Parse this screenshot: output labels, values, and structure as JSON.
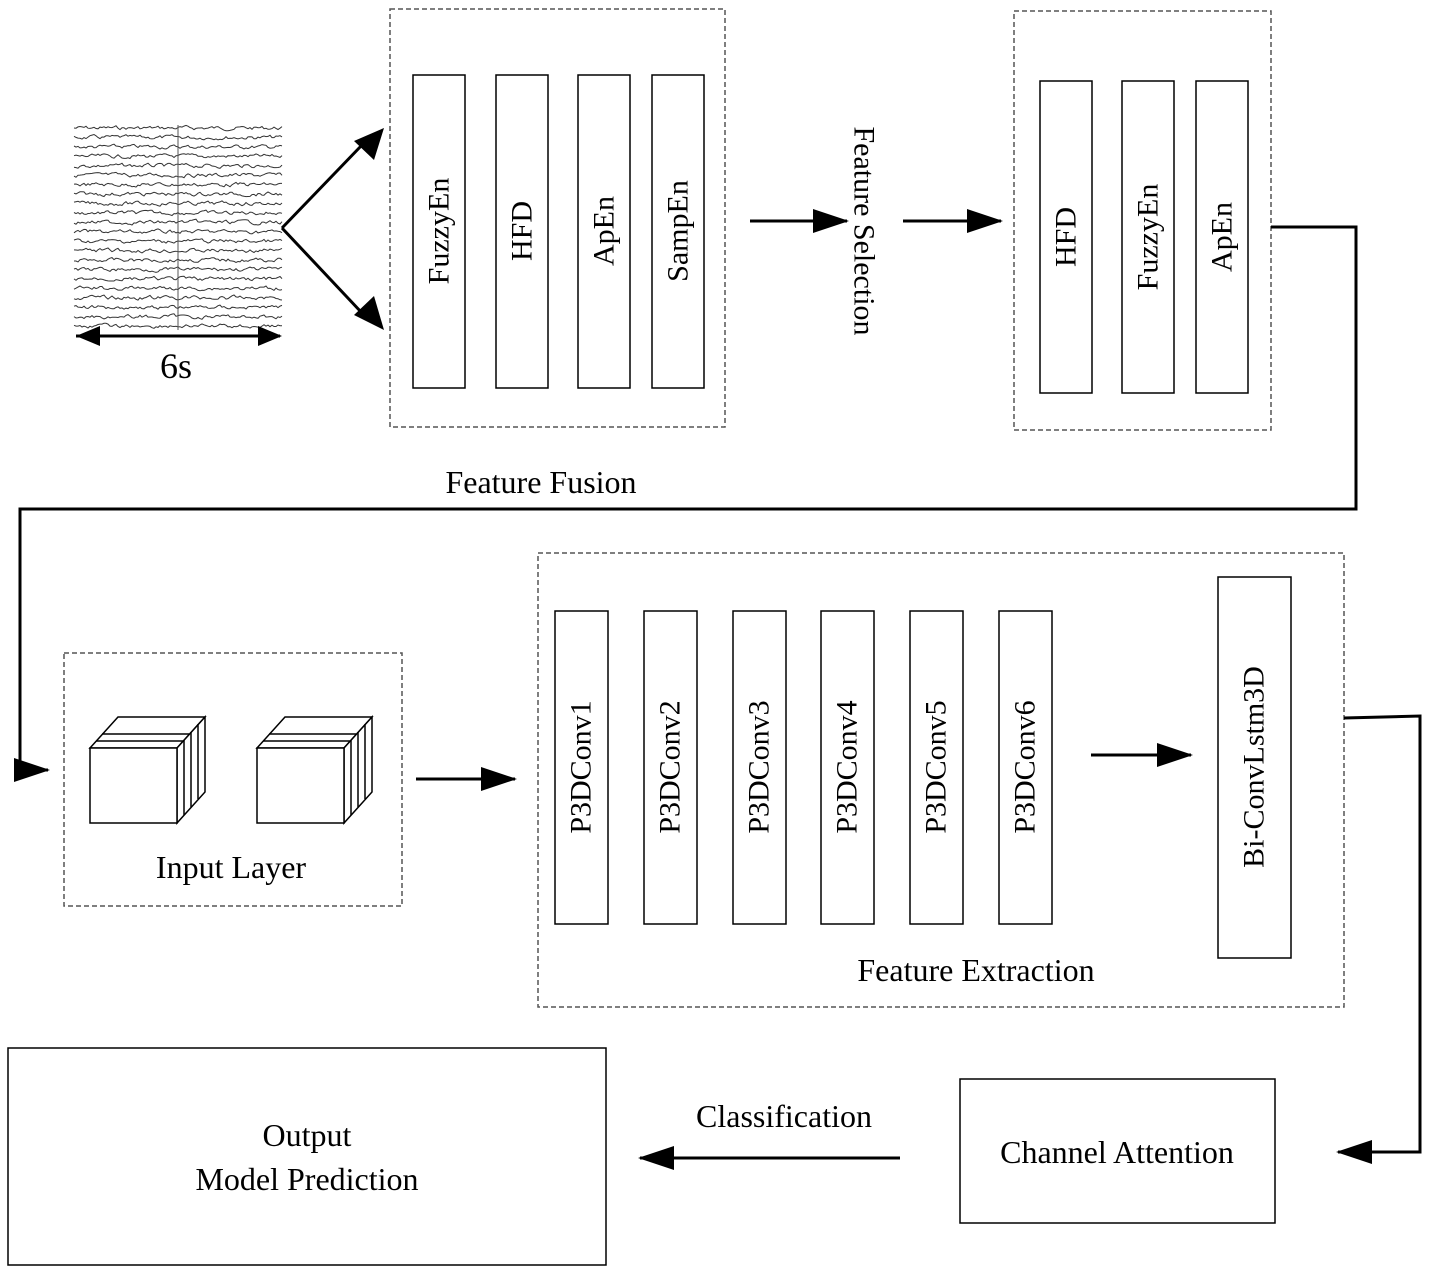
{
  "eeg": {
    "duration_label": "6s"
  },
  "feature_fusion": {
    "title": "Feature Fusion",
    "features": [
      "FuzzyEn",
      "HFD",
      "ApEn",
      "SampEn"
    ]
  },
  "feature_selection": {
    "label": "Feature Selection",
    "selected": [
      "HFD",
      "FuzzyEn",
      "ApEn"
    ]
  },
  "input_layer": {
    "label": "Input Layer"
  },
  "feature_extraction": {
    "title": "Feature Extraction",
    "convs": [
      "P3DConv1",
      "P3DConv2",
      "P3DConv3",
      "P3DConv4",
      "P3DConv5",
      "P3DConv6"
    ],
    "lstm": "Bi-ConvLstm3D"
  },
  "channel_attention": {
    "label": "Channel Attention"
  },
  "classification": {
    "label": "Classification"
  },
  "output": {
    "line1": "Output",
    "line2": "Model Prediction"
  }
}
